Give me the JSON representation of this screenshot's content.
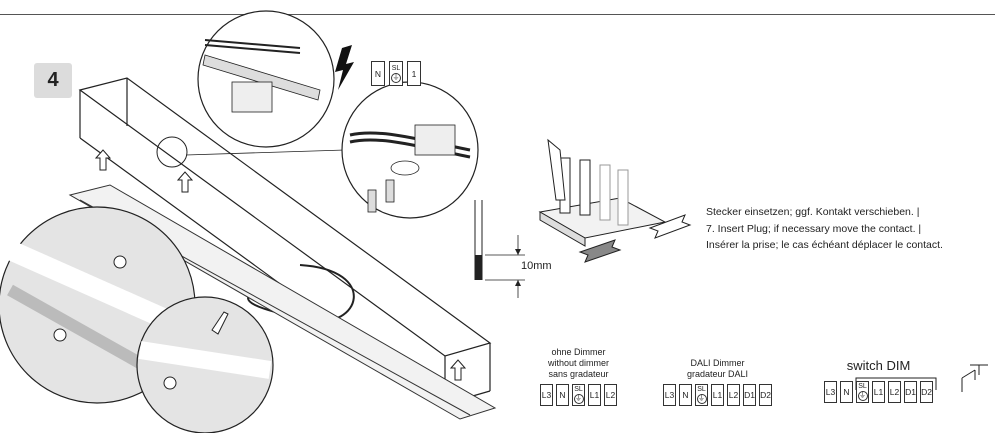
{
  "step_number": "4",
  "top_terminals": [
    {
      "label": "N"
    },
    {
      "label": "SL",
      "ground": true
    },
    {
      "label": "1"
    }
  ],
  "dimension_label": "10mm",
  "instructions": [
    "Stecker einsetzen; ggf. Kontakt verschieben. |",
    "7. Insert Plug; if necessary move the contact. |",
    "Insérer la prise; le cas échéant déplacer le contact."
  ],
  "terminal_groups": [
    {
      "caption": [
        "ohne Dimmer",
        "without dimmer",
        "sans gradateur"
      ],
      "terminals": [
        "L3",
        "N",
        "SL",
        "L1",
        "L2"
      ]
    },
    {
      "caption": [
        "DALI Dimmer",
        "gradateur DALI"
      ],
      "terminals": [
        "L3",
        "N",
        "SL",
        "L1",
        "L2",
        "D1",
        "D2"
      ]
    },
    {
      "caption": [
        "switch DIM"
      ],
      "terminals": [
        "L3",
        "N",
        "SL",
        "L1",
        "L2",
        "D1",
        "D2"
      ]
    }
  ],
  "icons": [
    "warning-lightning-icon",
    "ground-icon",
    "arrow-up-icon",
    "push-switch-icon"
  ]
}
